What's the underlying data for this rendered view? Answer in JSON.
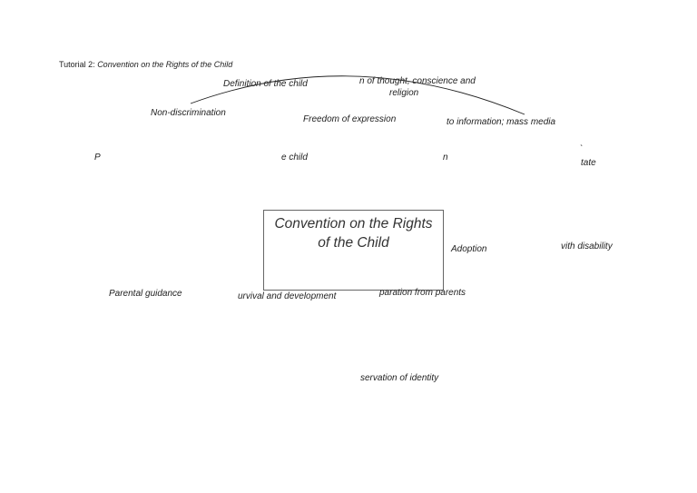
{
  "title": {
    "prefix": "Tutorial 2: ",
    "main": "Convention on the Rights of the Child"
  },
  "center_box": {
    "text": "Convention on the Rights\nof the Child"
  },
  "labels": {
    "definition": "Definition of the child",
    "thought": "n of thought, conscience and",
    "religion": "religion",
    "non_discrimination": "Non-discrimination",
    "freedom_expression": "Freedom of expression",
    "information": "to information; mass media",
    "p_fragment": "P",
    "e_child": "e child",
    "n_fragment": "n",
    "tick_fragment": "`",
    "tate": "tate",
    "adoption": "Adoption",
    "disability": "vith disability",
    "parental_guidance": "Parental guidance",
    "survival": "urvival and development",
    "separation": "paration from parents",
    "identity": "servation of identity"
  }
}
